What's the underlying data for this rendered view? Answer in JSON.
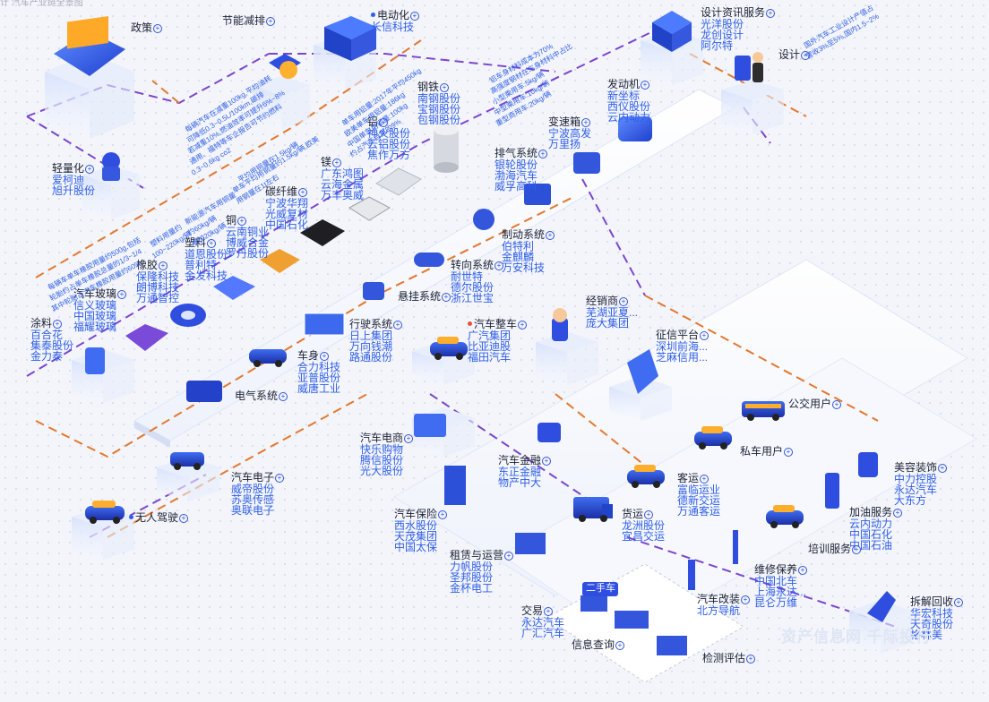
{
  "top_stub": "计 汽车产业链全景图",
  "watermark": "资产信息网 千际投行",
  "nodes": [
    {
      "key": "zhengce",
      "title": "政策",
      "companies": []
    },
    {
      "key": "jienengjianpai",
      "title": "节能减排",
      "companies": []
    },
    {
      "key": "diandonghua",
      "title": "电动化",
      "companies": [
        "长信科技"
      ]
    },
    {
      "key": "sheji_zixun",
      "title": "设计资讯服务",
      "companies": [
        "光洋股份",
        "龙创设计",
        "阿尔特"
      ]
    },
    {
      "key": "sheji",
      "title": "设计",
      "companies": []
    },
    {
      "key": "qinglianghua",
      "title": "轻量化",
      "companies": [
        "爱柯迪",
        "旭升股份"
      ]
    },
    {
      "key": "gangtie",
      "title": "钢铁",
      "companies": [
        "南钢股份",
        "宝钢股份",
        "包钢股份"
      ]
    },
    {
      "key": "lv",
      "title": "铝",
      "companies": [
        "神火股份",
        "云铝股份",
        "焦作万方"
      ]
    },
    {
      "key": "mei",
      "title": "镁",
      "companies": [
        "广东鸿图",
        "云海金属",
        "万丰奥威"
      ]
    },
    {
      "key": "tanxianwei",
      "title": "碳纤维",
      "companies": [
        "宁波华翔",
        "光威复材",
        "中国石化"
      ]
    },
    {
      "key": "tong",
      "title": "铜",
      "companies": [
        "云南铜业",
        "博威合金",
        "罗丹股份"
      ]
    },
    {
      "key": "suliao",
      "title": "塑料",
      "companies": [
        "道恩股份",
        "普利特",
        "金发科技"
      ]
    },
    {
      "key": "xiangjiao",
      "title": "橡胶",
      "companies": [
        "保隆科技",
        "朗博科技",
        "万通智控"
      ]
    },
    {
      "key": "qiche_boli",
      "title": "汽车玻璃",
      "companies": [
        "信义玻璃",
        "中国玻璃",
        "福耀玻璃"
      ]
    },
    {
      "key": "tuliao",
      "title": "涂料",
      "companies": [
        "百合花",
        "集泰股份",
        "金力泰"
      ]
    },
    {
      "key": "fadongji",
      "title": "发动机",
      "companies": [
        "新坐标",
        "西仪股份",
        "云内动力"
      ]
    },
    {
      "key": "biansuxiang",
      "title": "变速箱",
      "companies": [
        "宁波高发",
        "万里扬"
      ]
    },
    {
      "key": "paiqi",
      "title": "排气系统",
      "companies": [
        "银轮股份",
        "渤海汽车",
        "威孚高科"
      ]
    },
    {
      "key": "zhidong",
      "title": "制动系统",
      "companies": [
        "伯特利",
        "金麒麟",
        "万安科技"
      ]
    },
    {
      "key": "zhuanxiang",
      "title": "转向系统",
      "companies": [
        "耐世特",
        "德尔股份",
        "浙江世宝"
      ]
    },
    {
      "key": "xuangua",
      "title": "悬挂系统",
      "companies": []
    },
    {
      "key": "xingshi",
      "title": "行驶系统",
      "companies": [
        "日上集团",
        "万向钱潮",
        "路通股份"
      ]
    },
    {
      "key": "cheshen",
      "title": "车身",
      "companies": [
        "合力科技",
        "亚普股份",
        "威唐工业"
      ]
    },
    {
      "key": "dianqi",
      "title": "电气系统",
      "companies": []
    },
    {
      "key": "zhengche",
      "title": "汽车整车",
      "companies": [
        "广汽集团",
        "比亚迪股",
        "福田汽车"
      ]
    },
    {
      "key": "jingxiaoshang",
      "title": "经销商",
      "companies": [
        "芜湖亚夏...",
        "庞大集团"
      ]
    },
    {
      "key": "zhengxin",
      "title": "征信平台",
      "companies": [
        "深圳前海...",
        "芝麻信用..."
      ]
    },
    {
      "key": "dianshang",
      "title": "汽车电商",
      "companies": [
        "快乐购物",
        "腾信股份",
        "光大股份"
      ]
    },
    {
      "key": "jinrong",
      "title": "汽车金融",
      "companies": [
        "东正金融",
        "物产中大"
      ]
    },
    {
      "key": "gongjiao",
      "title": "公交用户",
      "companies": []
    },
    {
      "key": "siche",
      "title": "私车用户",
      "companies": []
    },
    {
      "key": "keyun",
      "title": "客运",
      "companies": [
        "富临运业",
        "德新交运",
        "万通客运"
      ]
    },
    {
      "key": "huoyun",
      "title": "货运",
      "companies": [
        "龙洲股份",
        "宜昌交运"
      ]
    },
    {
      "key": "meirong",
      "title": "美容装饰",
      "companies": [
        "中力控股",
        "永达汽车",
        "大东方"
      ]
    },
    {
      "key": "jiayou",
      "title": "加油服务",
      "companies": [
        "云内动力",
        "中国石化",
        "中国石油"
      ]
    },
    {
      "key": "peixun",
      "title": "培训服务",
      "companies": []
    },
    {
      "key": "baoxian",
      "title": "汽车保险",
      "companies": [
        "西水股份",
        "天茂集团",
        "中国太保"
      ]
    },
    {
      "key": "zulin",
      "title": "租赁与运营",
      "companies": [
        "力帆股份",
        "圣邦股份",
        "金杯电工"
      ]
    },
    {
      "key": "weixiu",
      "title": "维修保养",
      "companies": [
        "中国北车",
        "上海永达...",
        "昆仑万维"
      ]
    },
    {
      "key": "gaizhuang",
      "title": "汽车改装",
      "companies": [
        "北方导航"
      ]
    },
    {
      "key": "chaijie",
      "title": "拆解回收",
      "companies": [
        "华宏科技",
        "天奇股份",
        "格林美"
      ]
    },
    {
      "key": "jiaoyi",
      "title": "交易",
      "companies": [
        "永达汽车",
        "广汇汽车"
      ]
    },
    {
      "key": "xinxi",
      "title": "信息查询",
      "companies": []
    },
    {
      "key": "jiance",
      "title": "检测评估",
      "companies": []
    },
    {
      "key": "qiche_dianzi",
      "title": "汽车电子",
      "companies": [
        "威帝股份",
        "苏奥传感",
        "奥联电子"
      ]
    },
    {
      "key": "wuren",
      "title": "无人驾驶",
      "companies": []
    }
  ],
  "ershouche_label": "二手车",
  "notes": [
    "每辆汽车在减重100kg,平均油耗",
    "可降低0.3~0.5L/100km,碳排",
    "若减重10%,燃油效率可提升6%~8%",
    "通用、福特等车企报告可节约燃料",
    "0.3~0.6kg co2",
    "单车用铝量:2017年平均450kg",
    "欧美单车用铝量:186kg",
    "中国单车用铝量:100kg",
    "约占汽车自重的9%",
    "单车平均用钢量约1.5kg/辆,欧美",
    "平均用铜量在1.5kg/辆",
    "用钢量在1t左右",
    "铝车身材料成本为70%",
    "高强度钢材在车身材料中占比",
    "小型乘用车:5kg/辆",
    "中型乘用车:10kg/辆",
    "重型商用车:20kg/辆",
    "新能源汽车用铜量",
    "约60kg/辆",
    "增加20kg/辆",
    "塑料用量约",
    "100~220kg/辆",
    "每辆车单车橡胶用量约500g,包括",
    "轮胎约占单车橡胶总量的1/3~1/4",
    "其中轮胎占汽车橡胶用量约60%",
    "国外汽车工业设计产值占",
    "营收3%至5%,国内1.5~2%"
  ]
}
